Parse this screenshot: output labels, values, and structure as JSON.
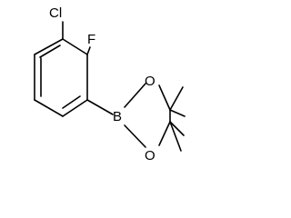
{
  "molecule": {
    "atoms": {
      "chlorine": "Cl",
      "fluorine": "F",
      "boron": "B",
      "oxygen_top": "O",
      "oxygen_bottom": "O"
    }
  }
}
